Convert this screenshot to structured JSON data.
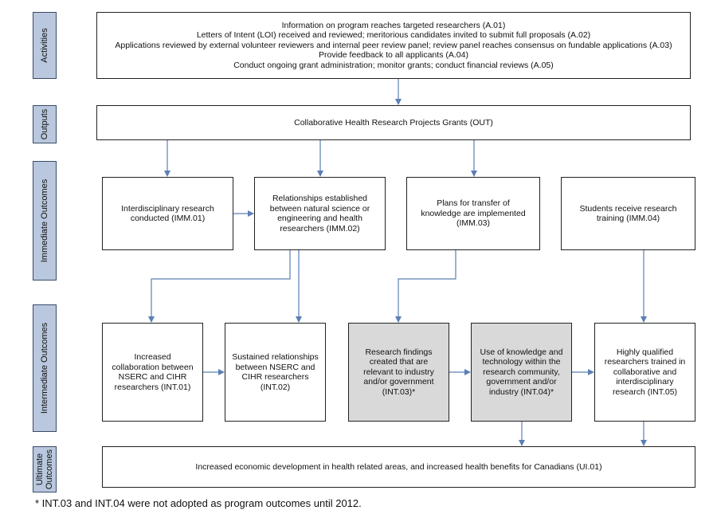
{
  "stages": {
    "activities": "Activities",
    "outputs": "Outputs",
    "immediate": "Immediate Outcomes",
    "intermediate": "Intermediate Outcomes",
    "ultimate_line1": "Ultimate",
    "ultimate_line2": "Outcomes"
  },
  "activities": [
    "Information on program reaches targeted researchers (A.01)",
    "Letters of Intent (LOI) received and reviewed;  meritorious candidates invited to submit full proposals (A.02)",
    "Applications reviewed by external volunteer reviewers and internal peer review panel; review panel reaches consensus on fundable applications (A.03)",
    "Provide feedback to all applicants (A.04)",
    "Conduct ongoing grant administration; monitor grants; conduct financial reviews (A.05)"
  ],
  "output": "Collaborative Health Research Projects Grants (OUT)",
  "immediate": [
    "Interdisciplinary research conducted (IMM.01)",
    "Relationships established between natural science or engineering and health researchers (IMM.02)",
    "Plans for transfer of knowledge are implemented (IMM.03)",
    "Students receive research training (IMM.04)"
  ],
  "intermediate": [
    "Increased collaboration between NSERC and CIHR researchers (INT.01)",
    "Sustained relationships between NSERC and CIHR researchers (INT.02)",
    "Research findings created that are relevant to industry and/or government (INT.03)*",
    "Use of knowledge and technology within the research community, government and/or industry (INT.04)*",
    "Highly qualified researchers trained in collaborative and interdisciplinary research (INT.05)"
  ],
  "ultimate": "Increased economic development in health related areas, and increased health benefits for Canadians (UI.01)",
  "footnote": "* INT.03 and INT.04 were not adopted as program outcomes until 2012.",
  "colors": {
    "stage_fill": "#b9c8de",
    "arrow": "#5b7fb5",
    "shaded_box": "#d9d9d9"
  }
}
